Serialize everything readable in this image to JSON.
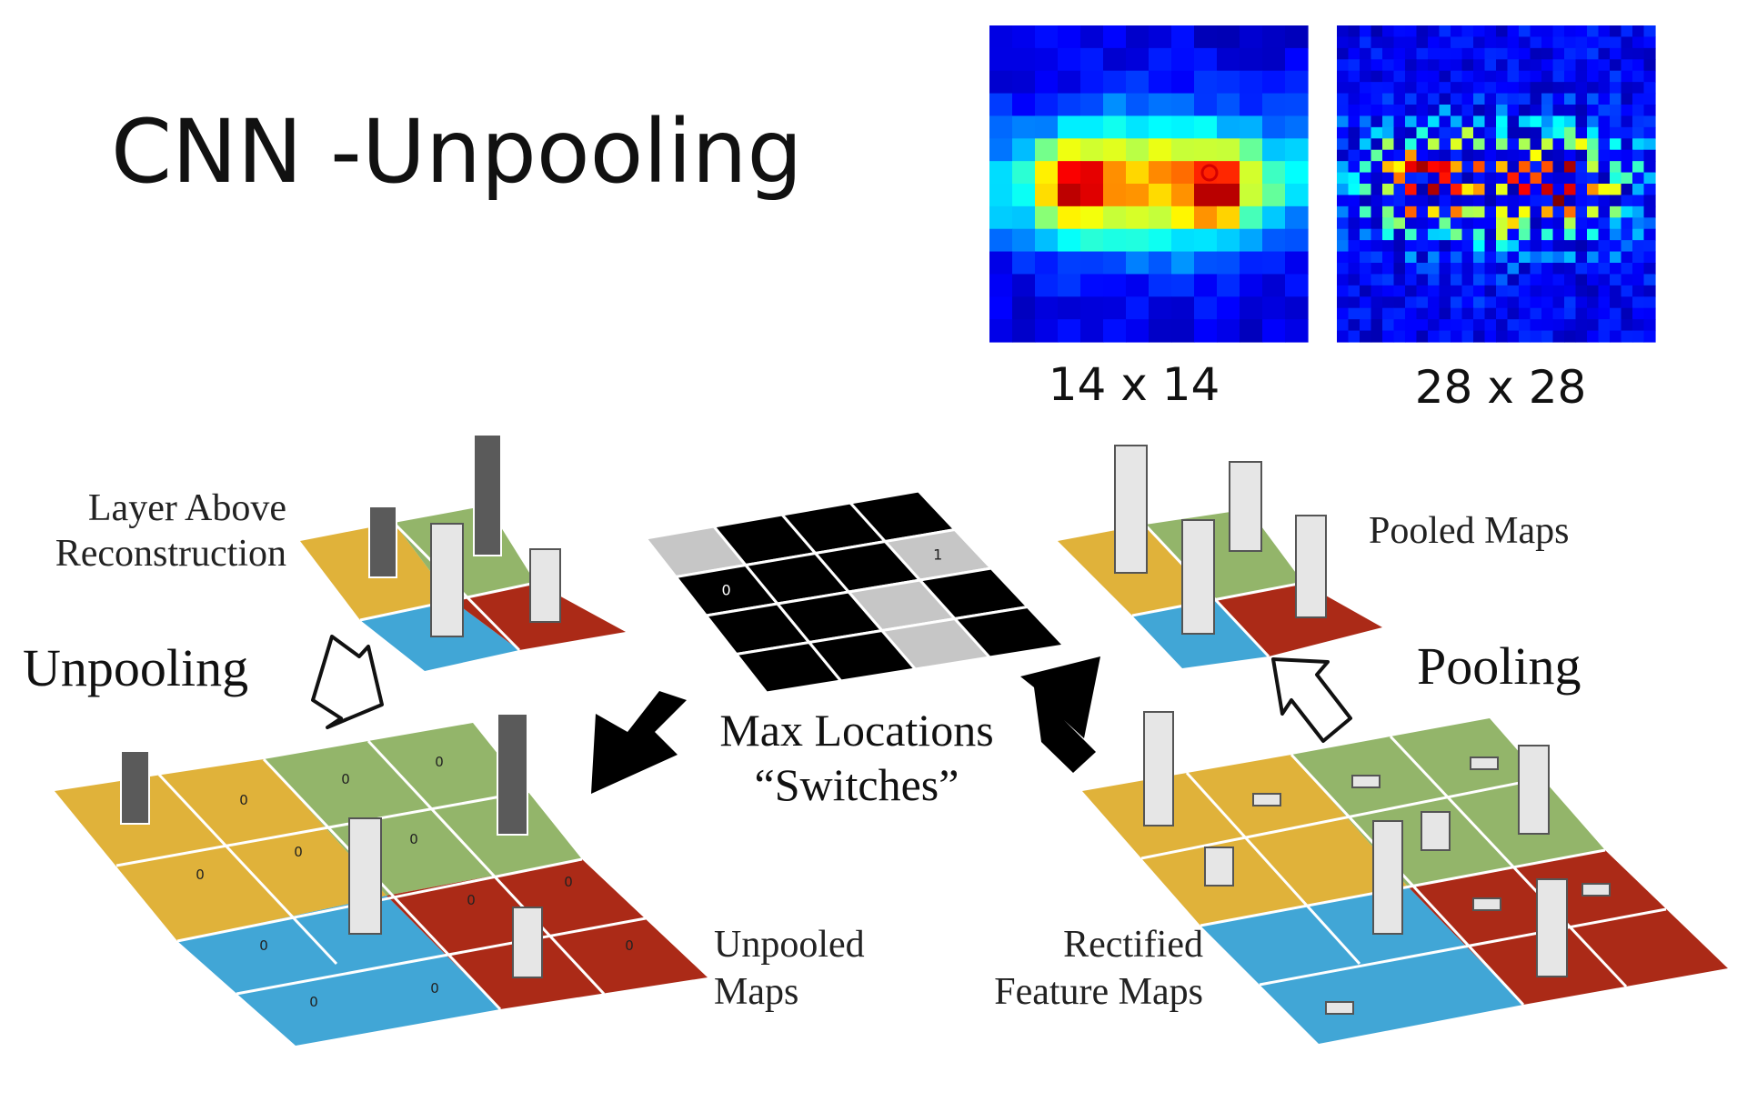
{
  "title": "CNN -Unpooling",
  "heatmaps": [
    {
      "caption": "14 x 14",
      "size": 14
    },
    {
      "caption": "28 x 28",
      "size": 28
    }
  ],
  "labels": {
    "layer_above_line1": "Layer Above",
    "layer_above_line2": "Reconstruction",
    "unpooling": "Unpooling",
    "pooling": "Pooling",
    "pooled_maps": "Pooled Maps",
    "max_locations_line1": "Max Locations",
    "max_locations_line2": "“Switches”",
    "unpooled_line1": "Unpooled",
    "unpooled_line2": "Maps",
    "rectified_line1": "Rectified",
    "rectified_line2": "Feature Maps"
  },
  "switch_grid": {
    "rows": [
      [
        "light",
        "black",
        "black",
        "black"
      ],
      [
        "black",
        "black",
        "black",
        "light"
      ],
      [
        "black",
        "black",
        "light",
        "black"
      ],
      [
        "black",
        "black",
        "light",
        "black"
      ]
    ],
    "marks": [
      {
        "row": 1,
        "col": 0,
        "text": "0"
      },
      {
        "row": 1,
        "col": 3,
        "text": "1"
      }
    ]
  },
  "unpooled_zeros": "0",
  "colors": {
    "yellow": "#e0b23a",
    "green": "#93b56a",
    "blue": "#41a6d6",
    "red": "#ab2a17",
    "dark_bar": "#5a5a5a",
    "light_bar": "#e6e6e6",
    "switch_light": "#c6c6c6",
    "switch_dark": "#000000"
  }
}
